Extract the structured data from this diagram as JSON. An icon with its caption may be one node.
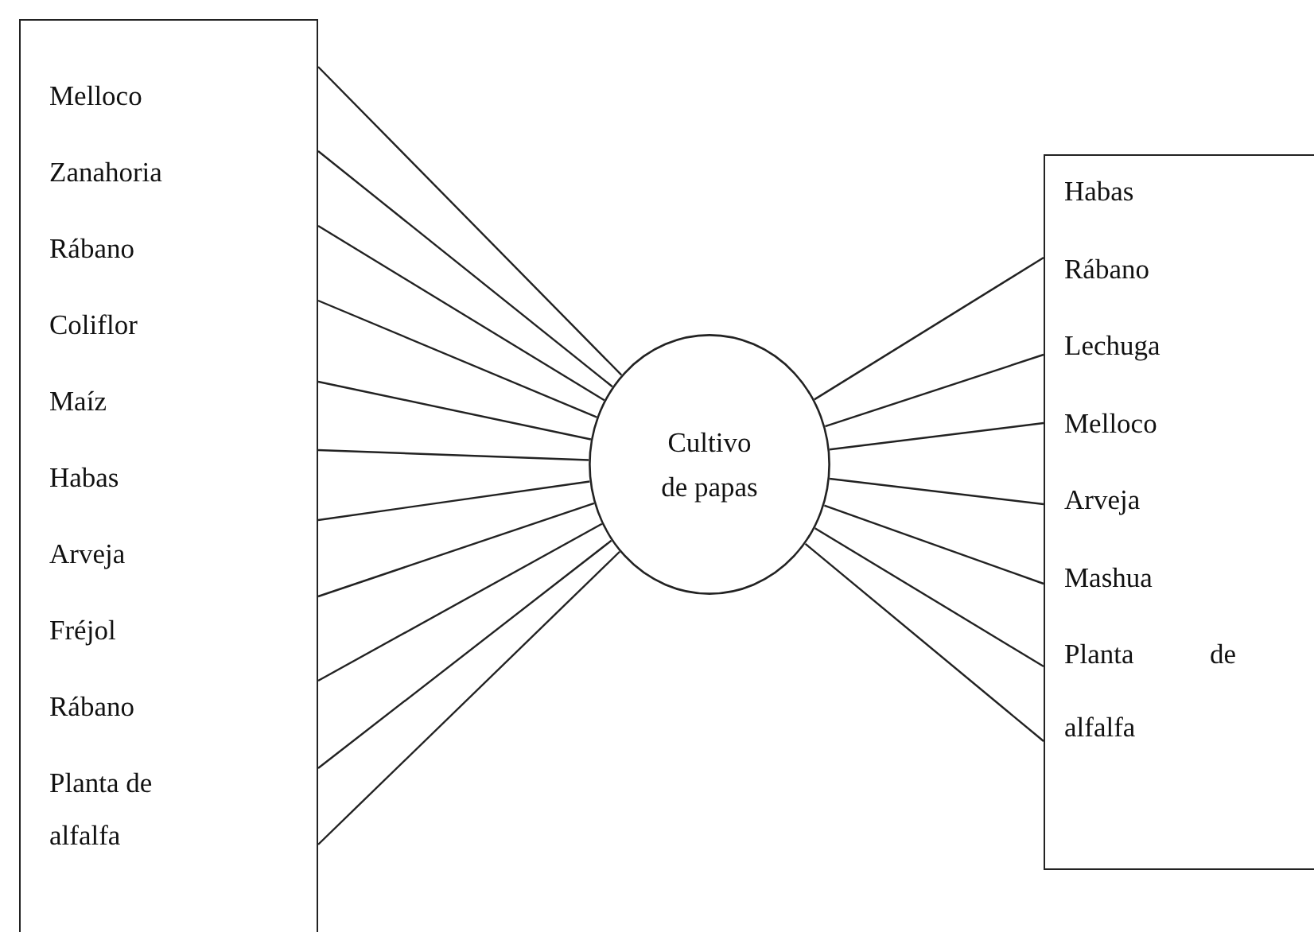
{
  "diagram": {
    "nodes": [
      {
        "text": [
          "Melloco",
          "Zanahoria",
          "Rábano",
          "Coliflor",
          "Maíz",
          "Habas",
          "Arveja",
          "Fréjol",
          "Rábano",
          "Planta de alfalfa"
        ]
      },
      {
        "text": [
          "Cultivo de papas"
        ]
      },
      {
        "text": [
          "Habas",
          "Rábano",
          "Lechuga",
          "Melloco",
          "Arveja",
          "Mashua",
          "Planta de alfalfa"
        ]
      }
    ],
    "edges": [
      {
        "from": 0,
        "to": 1,
        "arrow": "none"
      },
      {
        "from": 0,
        "to": 1,
        "arrow": "none"
      },
      {
        "from": 0,
        "to": 1,
        "arrow": "none"
      },
      {
        "from": 0,
        "to": 1,
        "arrow": "none"
      },
      {
        "from": 0,
        "to": 1,
        "arrow": "none"
      },
      {
        "from": 0,
        "to": 1,
        "arrow": "none"
      },
      {
        "from": 0,
        "to": 1,
        "arrow": "none"
      },
      {
        "from": 0,
        "to": 1,
        "arrow": "none"
      },
      {
        "from": 0,
        "to": 1,
        "arrow": "none"
      },
      {
        "from": 0,
        "to": 1,
        "arrow": "none"
      },
      {
        "from": 0,
        "to": 1,
        "arrow": "none"
      },
      {
        "from": 2,
        "to": 1,
        "arrow": "none"
      },
      {
        "from": 2,
        "to": 1,
        "arrow": "none"
      },
      {
        "from": 2,
        "to": 1,
        "arrow": "none"
      },
      {
        "from": 2,
        "to": 1,
        "arrow": "none"
      },
      {
        "from": 2,
        "to": 1,
        "arrow": "none"
      },
      {
        "from": 2,
        "to": 1,
        "arrow": "none"
      },
      {
        "from": 2,
        "to": 1,
        "arrow": "none"
      }
    ]
  }
}
